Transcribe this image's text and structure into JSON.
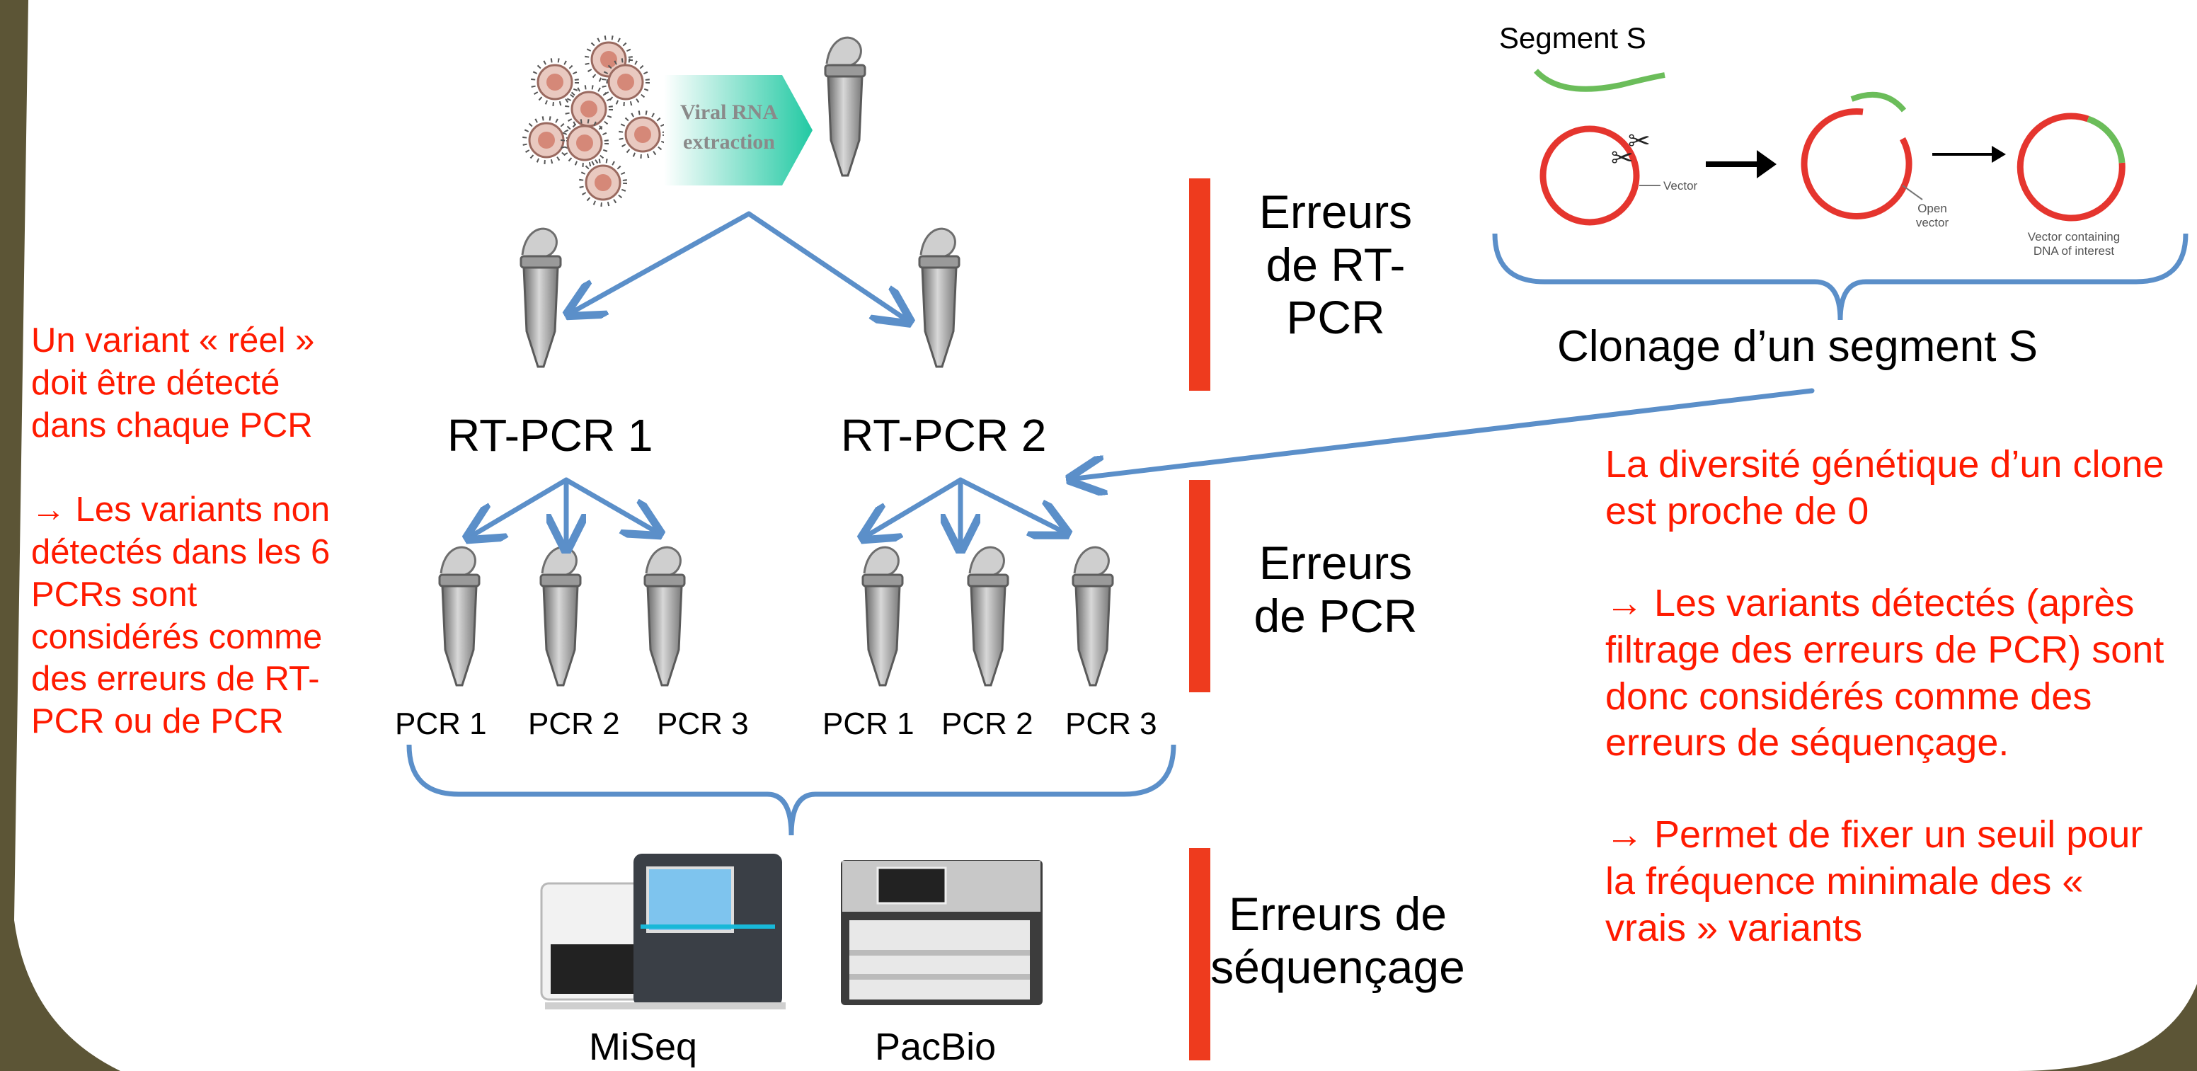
{
  "colors": {
    "frame": "#5c5536",
    "arrow": "#5b8fc9",
    "red_text": "#ff1a00",
    "bar": "#ee3b1e",
    "vector_red": "#e5352e",
    "vector_green": "#6bbd5a"
  },
  "extraction": {
    "label_line1": "Viral RNA",
    "label_line2": "extraction"
  },
  "rtpcr": {
    "label_1": "RT-PCR 1",
    "label_2": "RT-PCR 2"
  },
  "pcr_labels": [
    "PCR 1",
    "PCR 2",
    "PCR 3",
    "PCR 1",
    "PCR 2",
    "PCR 3"
  ],
  "sequencers": {
    "miseq": "MiSeq",
    "pacbio": "PacBio"
  },
  "errors": {
    "rt_line1": "Erreurs",
    "rt_line2": "de RT-",
    "rt_line3": "PCR",
    "pcr_line1": "Erreurs",
    "pcr_line2": "de PCR",
    "seq_line1": "Erreurs de",
    "seq_line2": "séquençage"
  },
  "cloning": {
    "segment_label": "Segment S",
    "vector_label": "Vector",
    "open_vector_line1": "Open",
    "open_vector_line2": "vector",
    "containing_line1": "Vector containing",
    "containing_line2": "DNA of interest",
    "caption": "Clonage d’un segment S"
  },
  "left_note": {
    "para1": "Un variant « réel » doit être détecté dans chaque PCR",
    "para2": "→ Les variants non détectés dans les 6 PCRs sont considérés comme des erreurs de  RT-PCR ou de PCR"
  },
  "right_note": {
    "para1": "La diversité génétique d’un clone est proche de 0",
    "para2": "→ Les variants détectés (après filtrage des erreurs de PCR) sont donc considérés comme des erreurs de séquençage.",
    "para3": "→ Permet de fixer un seuil pour la fréquence minimale des « vrais » variants"
  }
}
